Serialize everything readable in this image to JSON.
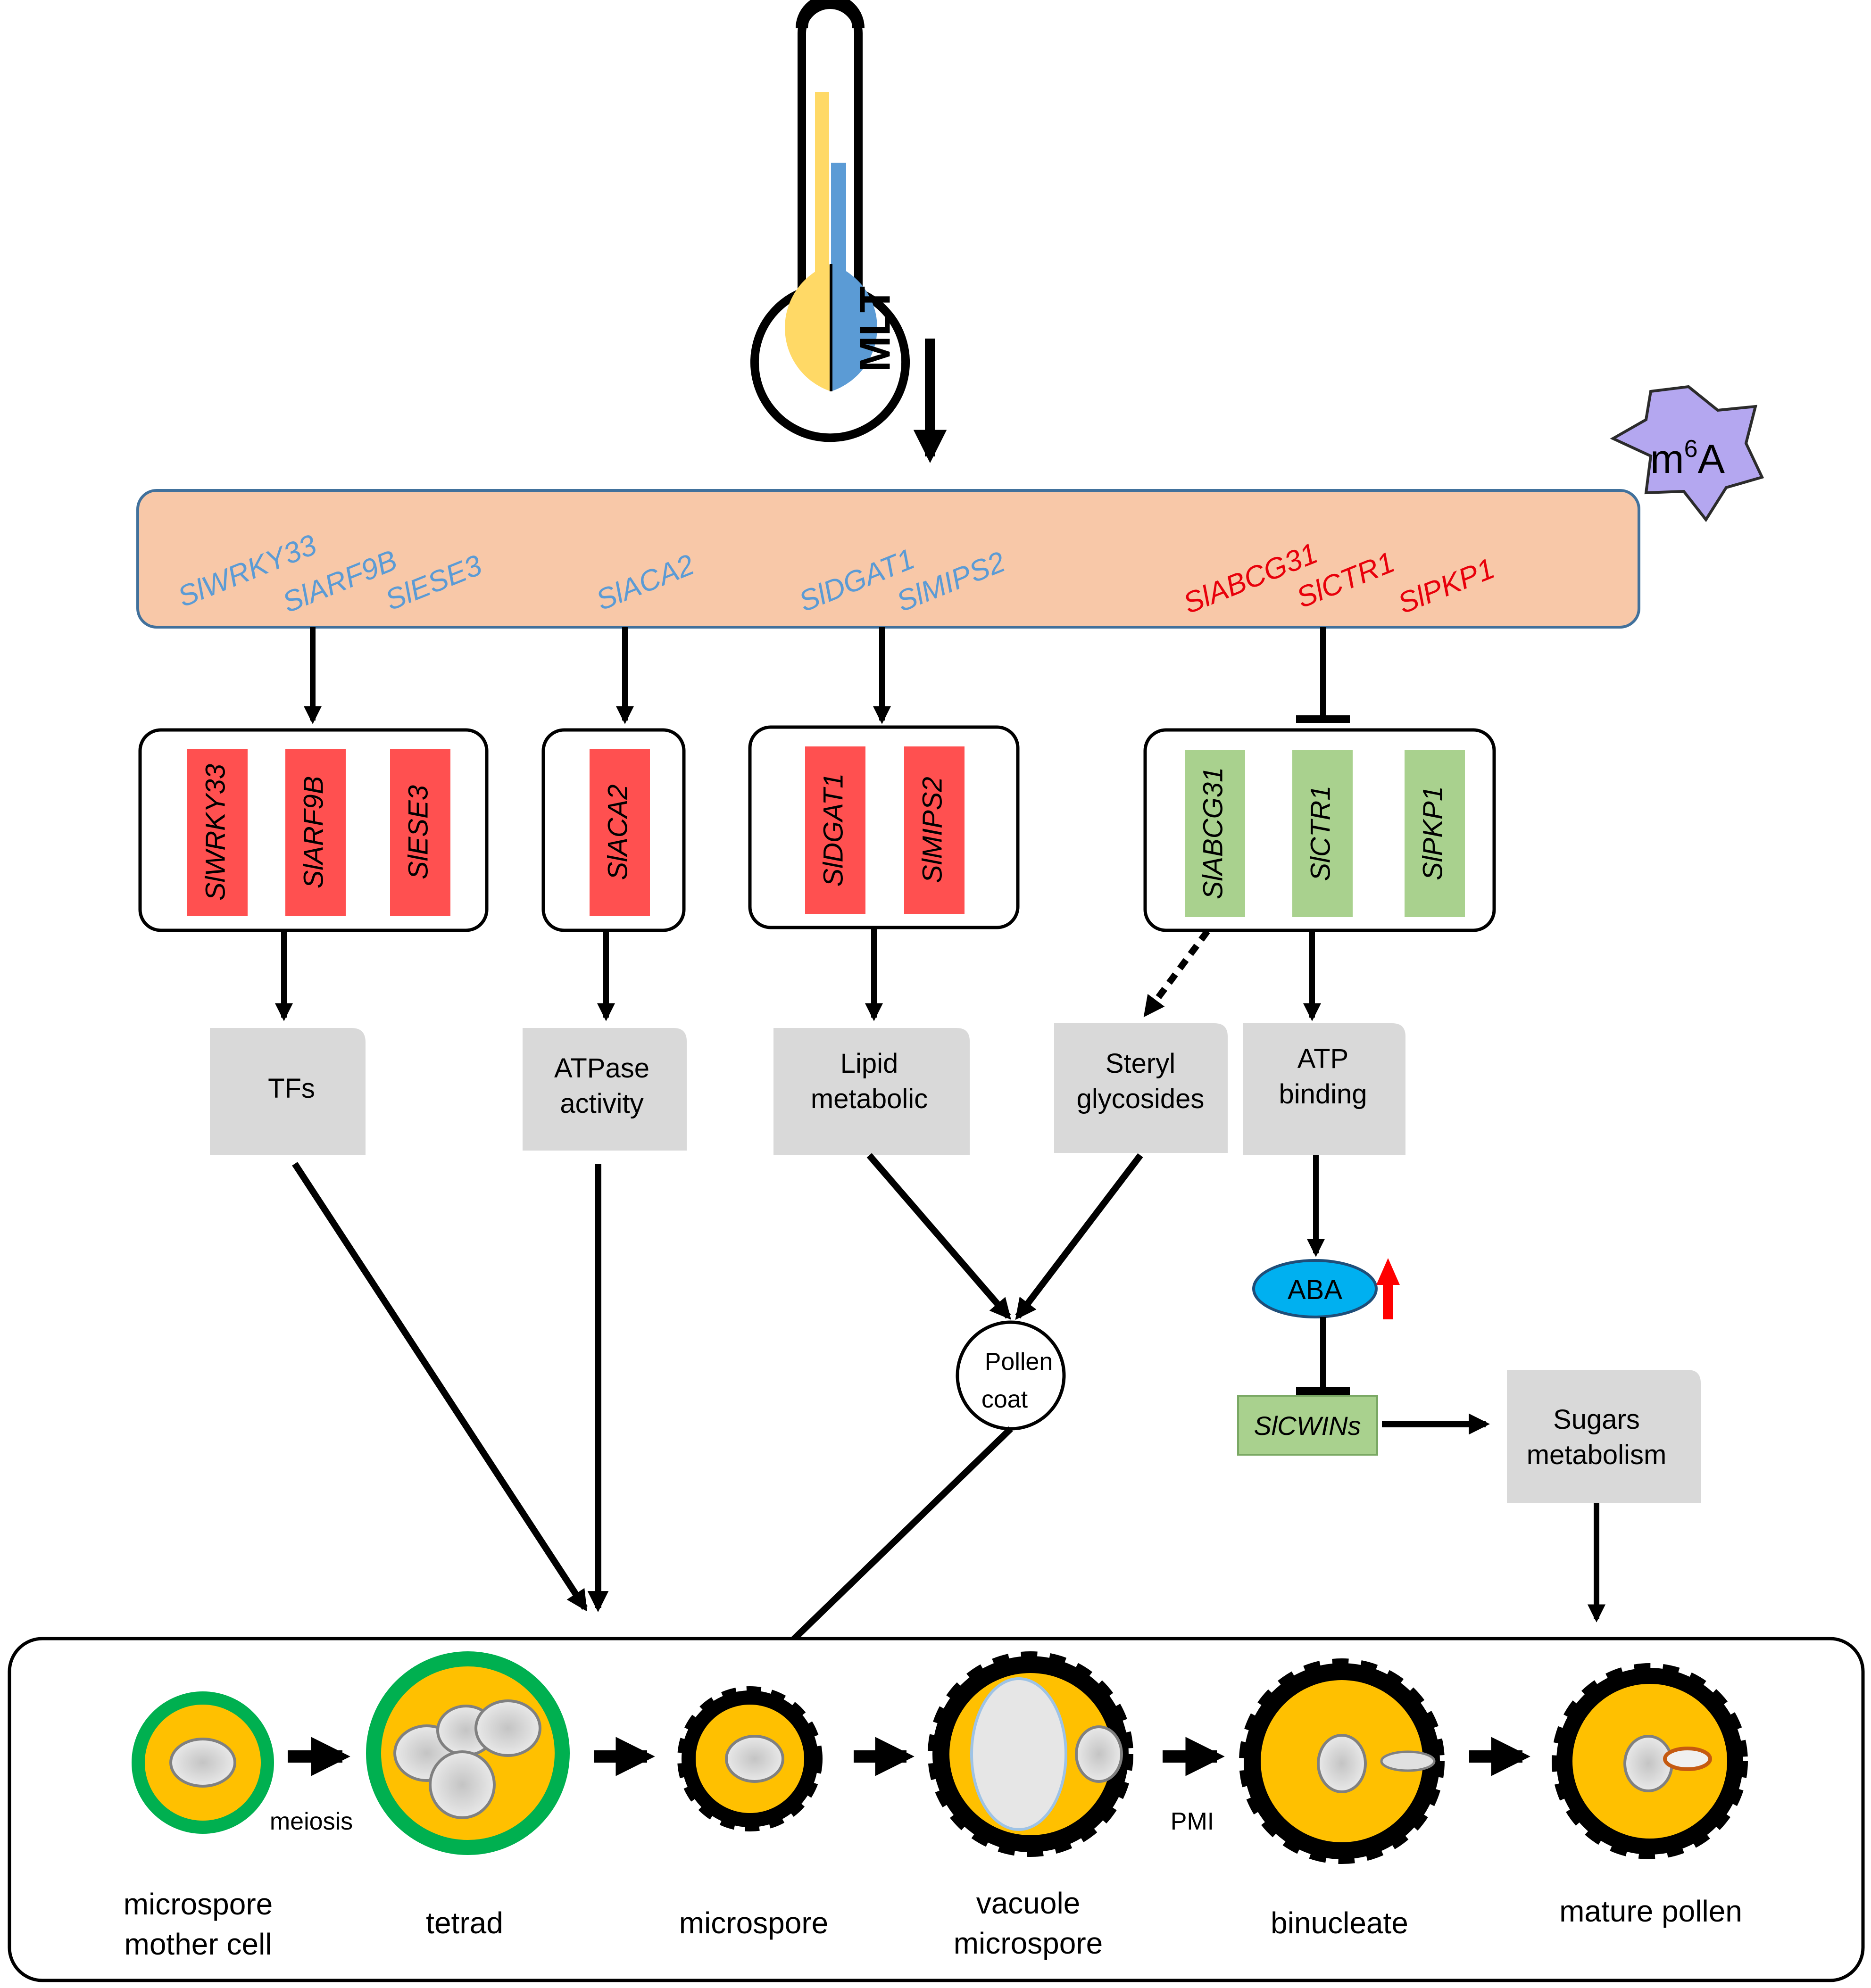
{
  "thermometer": {
    "label": "MLT"
  },
  "m6a": {
    "base": "m",
    "superscript": "6",
    "letter": "A"
  },
  "methylation_panel": {
    "genes_blue": [
      "SlWRKY33",
      "SlARF9B",
      "SlESE3",
      "SlACA2",
      "SlDGAT1",
      "SlMIPS2"
    ],
    "genes_red": [
      "SlABCG31",
      "SlCTR1",
      "SlPKP1"
    ]
  },
  "expression_groups": {
    "group1": [
      "SlWRKY33",
      "SlARF9B",
      "SlESE3"
    ],
    "group2": [
      "SlACA2"
    ],
    "group3": [
      "SlDGAT1",
      "SlMIPS2"
    ],
    "group4": [
      "SlABCG31",
      "SlCTR1",
      "SlPKP1"
    ]
  },
  "processes": {
    "tfs": [
      "TFs"
    ],
    "atpase": [
      "ATPase",
      "activity"
    ],
    "lipid": [
      "Lipid",
      "metabolic"
    ],
    "steryl": [
      "Steryl",
      "glycosides"
    ],
    "atp_binding": [
      "ATP",
      "binding"
    ],
    "sugars": [
      "Sugars",
      "metabolism"
    ]
  },
  "pollen_coat": [
    "Pollen",
    "coat"
  ],
  "aba": {
    "label": "ABA",
    "trend": "up"
  },
  "cwins": {
    "label": "SlCWINs"
  },
  "stages": {
    "labels": [
      [
        "microspore",
        "mother cell"
      ],
      [
        "tetrad"
      ],
      [
        "microspore"
      ],
      [
        "vacuole",
        "microspore"
      ],
      [
        "binucleate"
      ],
      [
        "mature pollen"
      ]
    ],
    "transition_meiosis": "meiosis",
    "transition_pmi": "PMI"
  },
  "colors": {
    "methylation_panel_fill": "#f8c8a8",
    "panel_border": "#41719c",
    "gene_blue": "#5b9bd5",
    "gene_red": "#e8000b",
    "upregulated_bar": "#ff5050",
    "downregulated_bar": "#a9d18e",
    "process_box": "#d9d9d9",
    "m6a_star": "#b4a7f0",
    "aba_ellipse": "#00b0f0",
    "cell_fill": "#ffc000",
    "callose_wall": "#00b050",
    "exine_wall": "#000000",
    "nucleus": "#c8c8c8",
    "thermo_yellow": "#ffd966",
    "thermo_blue": "#5b9bd5"
  }
}
